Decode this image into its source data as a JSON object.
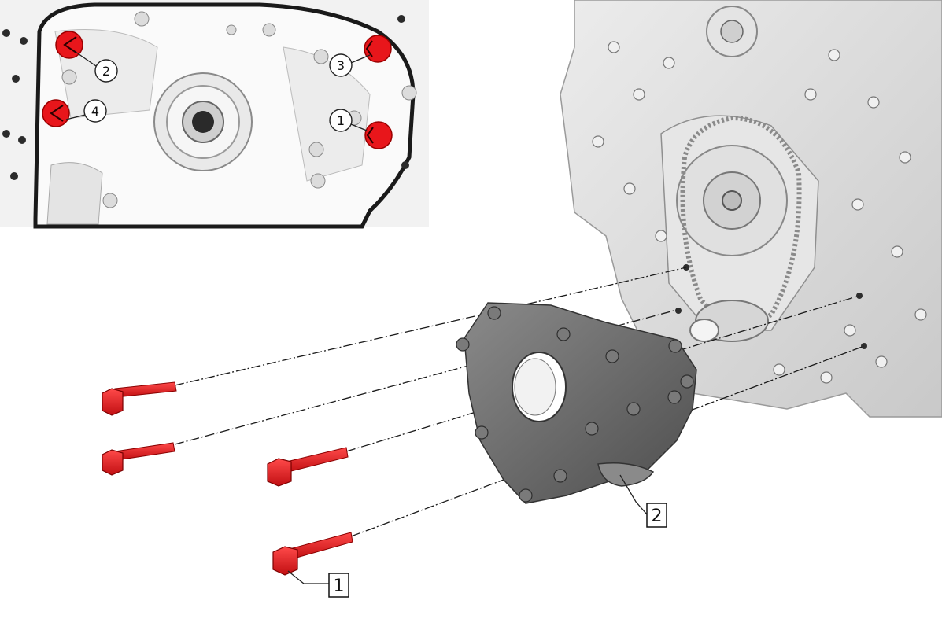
{
  "callouts": {
    "bolt": "1",
    "pump": "2"
  },
  "inset_sequence": [
    "1",
    "2",
    "3",
    "4"
  ],
  "colors": {
    "bolt_red": "#e8161b",
    "pump_gray": "#6e6e6e",
    "engine_gray": "#dedede",
    "outline": "#1a1a1a"
  }
}
